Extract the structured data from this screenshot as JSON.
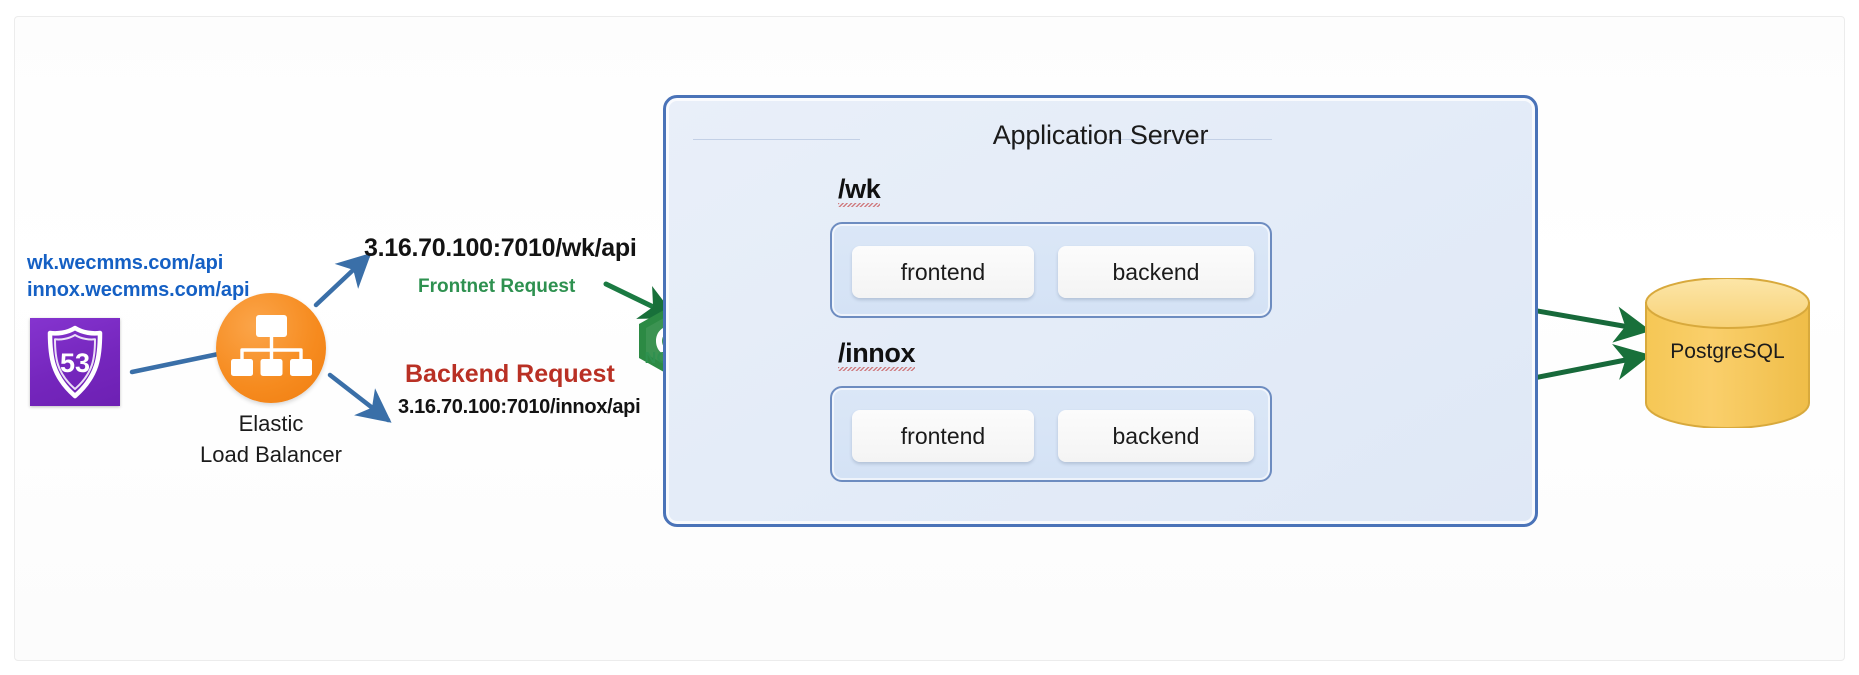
{
  "diagram": {
    "title": "Application Server",
    "dns": {
      "icon": "route53-icon",
      "badge_number": "53",
      "domains": [
        "wk.wecmms.com/api",
        "innox.wecmms.com/api"
      ]
    },
    "load_balancer": {
      "icon": "elastic-load-balancer-icon",
      "label_line1": "Elastic",
      "label_line2": "Load Balancer"
    },
    "requests": {
      "frontend": {
        "url": "3.16.70.100:7010/wk/api",
        "tag": "Frontnet Request",
        "color": "#2e9150"
      },
      "backend": {
        "tag": "Backend Request",
        "url": "3.16.70.100:7010/innox/api",
        "color": "#b93024"
      }
    },
    "proxy": {
      "icon": "nginx-icon",
      "name": "NGINX"
    },
    "groups": [
      {
        "path": "/wk",
        "nodes": [
          {
            "label": "frontend"
          },
          {
            "label": "backend"
          }
        ]
      },
      {
        "path": "/innox",
        "nodes": [
          {
            "label": "frontend"
          },
          {
            "label": "backend"
          }
        ]
      }
    ],
    "database": {
      "icon": "database-cylinder-icon",
      "label": "PostgreSQL"
    },
    "colors": {
      "route53_purple": "#7526bd",
      "elb_orange": "#f68b1f",
      "nginx_green": "#2f9150",
      "panel_border_blue": "#4a73b8",
      "link_blue": "#3a6fa8",
      "arrow_green": "#18703a",
      "postgres_amber": "#f7cd64",
      "domain_blue": "#1560c4"
    }
  }
}
